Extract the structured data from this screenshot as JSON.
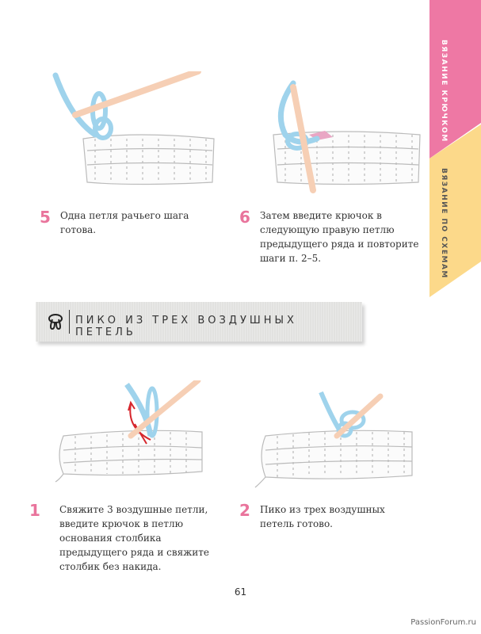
{
  "side_tabs": [
    {
      "label": "ВЯЗАНИЕ КРЮЧКОМ",
      "color": "#ee78a4",
      "text_color": "#ffffff"
    },
    {
      "label": "ВЯЗАНИЕ ПО СХЕМАМ",
      "color": "#fcd98a",
      "text_color": "#555555"
    }
  ],
  "steps_top": [
    {
      "number": "5",
      "text": "Одна петля рачьего шага готова."
    },
    {
      "number": "6",
      "text": "Затем введите крючок в следующую правую петлю предыдущего ряда и повторите шаги п. 2–5."
    }
  ],
  "section": {
    "icon": "picot-symbol-icon",
    "title": "ПИКО ИЗ ТРЕХ ВОЗДУШНЫХ ПЕТЕЛЬ"
  },
  "steps_bottom": [
    {
      "number": "1",
      "text": "Свяжите 3 воздушные петли, введите крючок в петлю основания столбика предыдущего ряда и свяжите столбик без накида."
    },
    {
      "number": "2",
      "text": "Пико из трех воздушных петель готово."
    }
  ],
  "page_number": "61",
  "watermark": "PassionForum.ru",
  "colors": {
    "accent": "#e9749c",
    "yarn": "#9fd3ec",
    "hook": "#f6cfb5",
    "arrow": "#d6262d"
  }
}
